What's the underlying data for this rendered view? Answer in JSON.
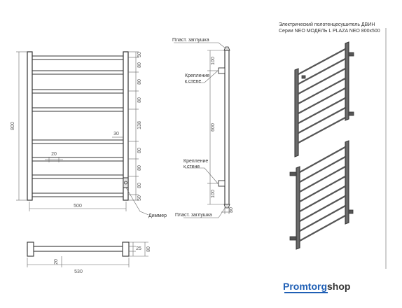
{
  "title": {
    "line1": "Электрический полотенцесушитель ДВИН",
    "line2": "Серии NEO МОДЕЛЬ L PLAZA NEO 800х500"
  },
  "dims": {
    "height_total": "800",
    "width_total": "500",
    "rung_gap_1": "50",
    "rung_gap_2": "80",
    "rung_gap_3": "80",
    "rung_gap_4": "80",
    "rung_gap_5": "138",
    "rung_gap_6": "80",
    "rung_gap_7": "80",
    "rung_gap_8": "80",
    "rung_gap_9": "50",
    "rung_depth": "30",
    "rung_width": "20",
    "side_top": "100",
    "side_mid": "600",
    "side_bottom": "100",
    "side_depth": "30",
    "bottom_width": "530",
    "bottom_depth": "25",
    "bottom_height": "80",
    "bottom_small": "20"
  },
  "labels": {
    "plug_top": "Пласт. заглушка",
    "mount_top_1": "Крепление",
    "mount_top_2": "к стене",
    "mount_bottom_1": "Крепление",
    "mount_bottom_2": "к стене",
    "plug_bottom": "Пласт. заглушка",
    "dimmer": "Диммер"
  },
  "brand": {
    "part1": "Promtorg",
    "part2": "shop",
    "color1": "#1f5fb5",
    "color2": "#333333"
  }
}
